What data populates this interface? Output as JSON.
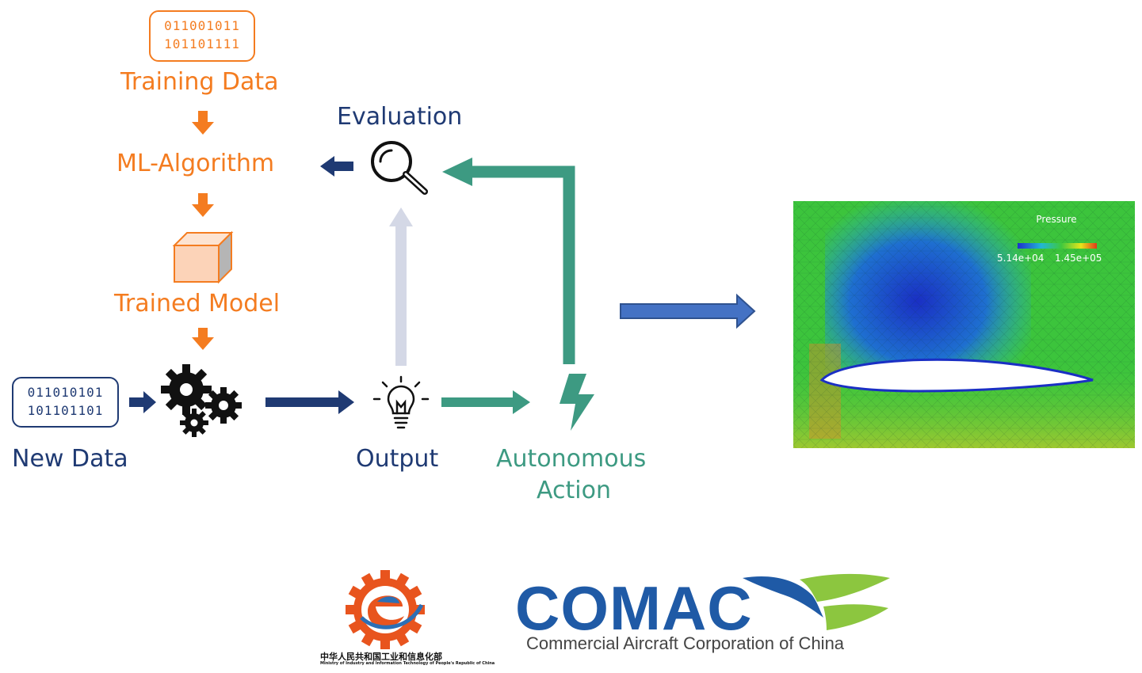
{
  "training_binary": [
    "011001011",
    "101101111"
  ],
  "new_binary": [
    "011010101",
    "101101101"
  ],
  "labels": {
    "training_data": "Training Data",
    "ml_algorithm": "ML-Algorithm",
    "trained_model": "Trained Model",
    "new_data": "New Data",
    "evaluation": "Evaluation",
    "output": "Output",
    "autonomous_action_line1": "Autonomous",
    "autonomous_action_line2": "Action"
  },
  "colors": {
    "orange": "#f47c20",
    "navy": "#1f3a73",
    "teal": "#3d9a82",
    "light_gray_arrow": "#d4d8e6",
    "blue_arrow": "#4472c4"
  },
  "cfd": {
    "legend_title": "Pressure",
    "legend_min": "5.14e+04",
    "legend_max": "1.45e+05"
  },
  "logos": {
    "miit_chinese": "中华人民共和国工业和信息化部",
    "miit_english": "Ministry of Industry and Information Technology of People's Republic of China",
    "comac_name": "COMAC",
    "comac_full": "Commercial Aircraft Corporation of China"
  }
}
